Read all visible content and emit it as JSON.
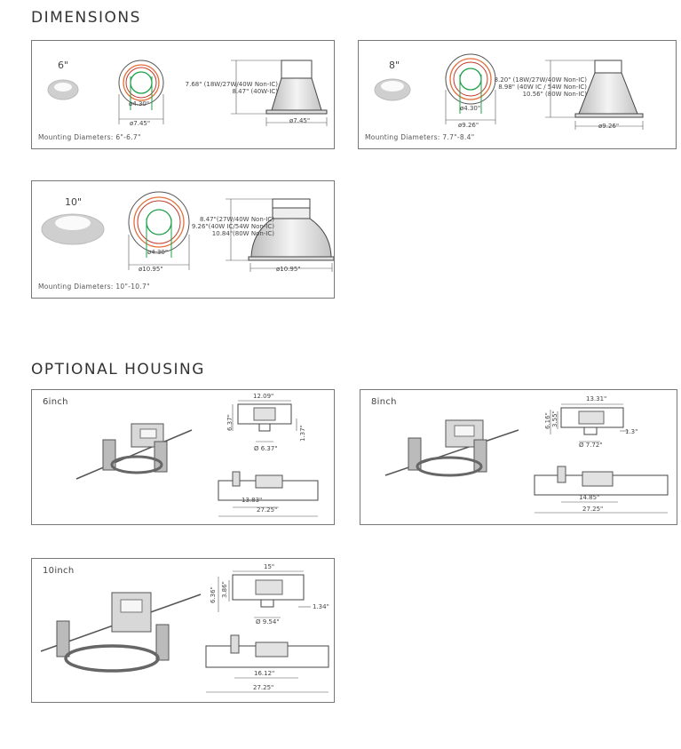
{
  "dimensions": {
    "title": "DIMENSIONS",
    "panels": [
      {
        "size": "6\"",
        "inner_dia": "ø4.30\"",
        "outer_dia": "ø7.45\"",
        "side_dia": "ø7.45\"",
        "heights": [
          "7.68\" (18W/27W/40W Non-IC)",
          "8.47\" (40W-IC)"
        ],
        "mounting": "Mounting Diameters: 6\"-6.7\""
      },
      {
        "size": "8\"",
        "inner_dia": "ø4.30\"",
        "outer_dia": "ø9.26\"",
        "side_dia": "ø9.26\"",
        "heights": [
          "8.20\" (18W/27W/40W Non-IC)",
          "8.98\" (40W IC / 54W Non-IC)",
          "10.56\" (80W Non-IC)"
        ],
        "mounting": "Mounting Diameters: 7.7\"-8.4\""
      },
      {
        "size": "10\"",
        "inner_dia": "ø4.30\"",
        "outer_dia": "ø10.95\"",
        "side_dia": "ø10.95\"",
        "heights": [
          "8.47\"(27W/40W Non-IC)",
          "9.26\"(40W IC/54W Non-IC)",
          "10.84\"(80W Non-IC)"
        ],
        "mounting": "Mounting Diameters: 10\"-10.7\""
      }
    ]
  },
  "housing": {
    "title": "OPTIONAL HOUSING",
    "panels": [
      {
        "label": "6inch",
        "width": "12.09\"",
        "left_h": "6.37\"",
        "right_h": "1.37\"",
        "dia": "Ø 6.37\"",
        "inner_w": "13.83\"",
        "total_w": "27.25\""
      },
      {
        "label": "8inch",
        "width": "13.31\"",
        "left_h": "6.16\"",
        "inner_h": "3.55\"",
        "right_h": "1.3\"",
        "dia": "Ø 7.72\"",
        "inner_w": "14.85\"",
        "total_w": "27.25\""
      },
      {
        "label": "10inch",
        "width": "15\"",
        "left_h": "6.36\"",
        "inner_h": "3.86\"",
        "right_h": "1.34\"",
        "dia": "Ø 9.54\"",
        "inner_w": "16.12\"",
        "total_w": "27.25\""
      }
    ]
  },
  "colors": {
    "orange_ring": "#e2703a",
    "green_ring": "#1fa04a",
    "red_ring": "#c0392b",
    "frame": "#777777"
  }
}
